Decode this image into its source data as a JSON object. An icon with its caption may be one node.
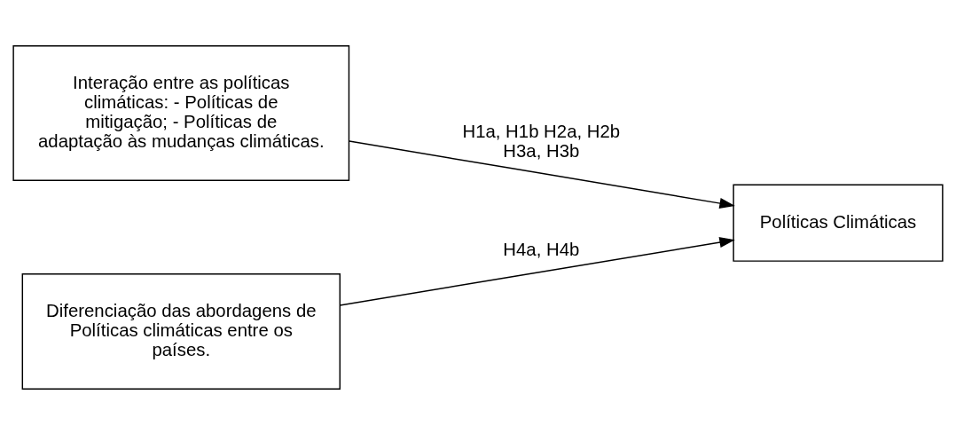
{
  "diagram": {
    "nodes": [
      {
        "text": [
          "Interação entre as políticas climáticas: - Políticas de mitigação; - Políticas de adaptação às mudanças climáticas."
        ]
      },
      {
        "text": [
          "Diferenciação das abordagens de Políticas climáticas entre os países."
        ]
      },
      {
        "text": [
          "Políticas Climáticas"
        ]
      }
    ],
    "edges": [
      {
        "from": 0,
        "to": 2,
        "arrow": "to",
        "label": "H1a, H1b H2a, H2b H3a, H3b"
      },
      {
        "from": 1,
        "to": 2,
        "arrow": "to",
        "label": "H4a, H4b"
      }
    ]
  }
}
